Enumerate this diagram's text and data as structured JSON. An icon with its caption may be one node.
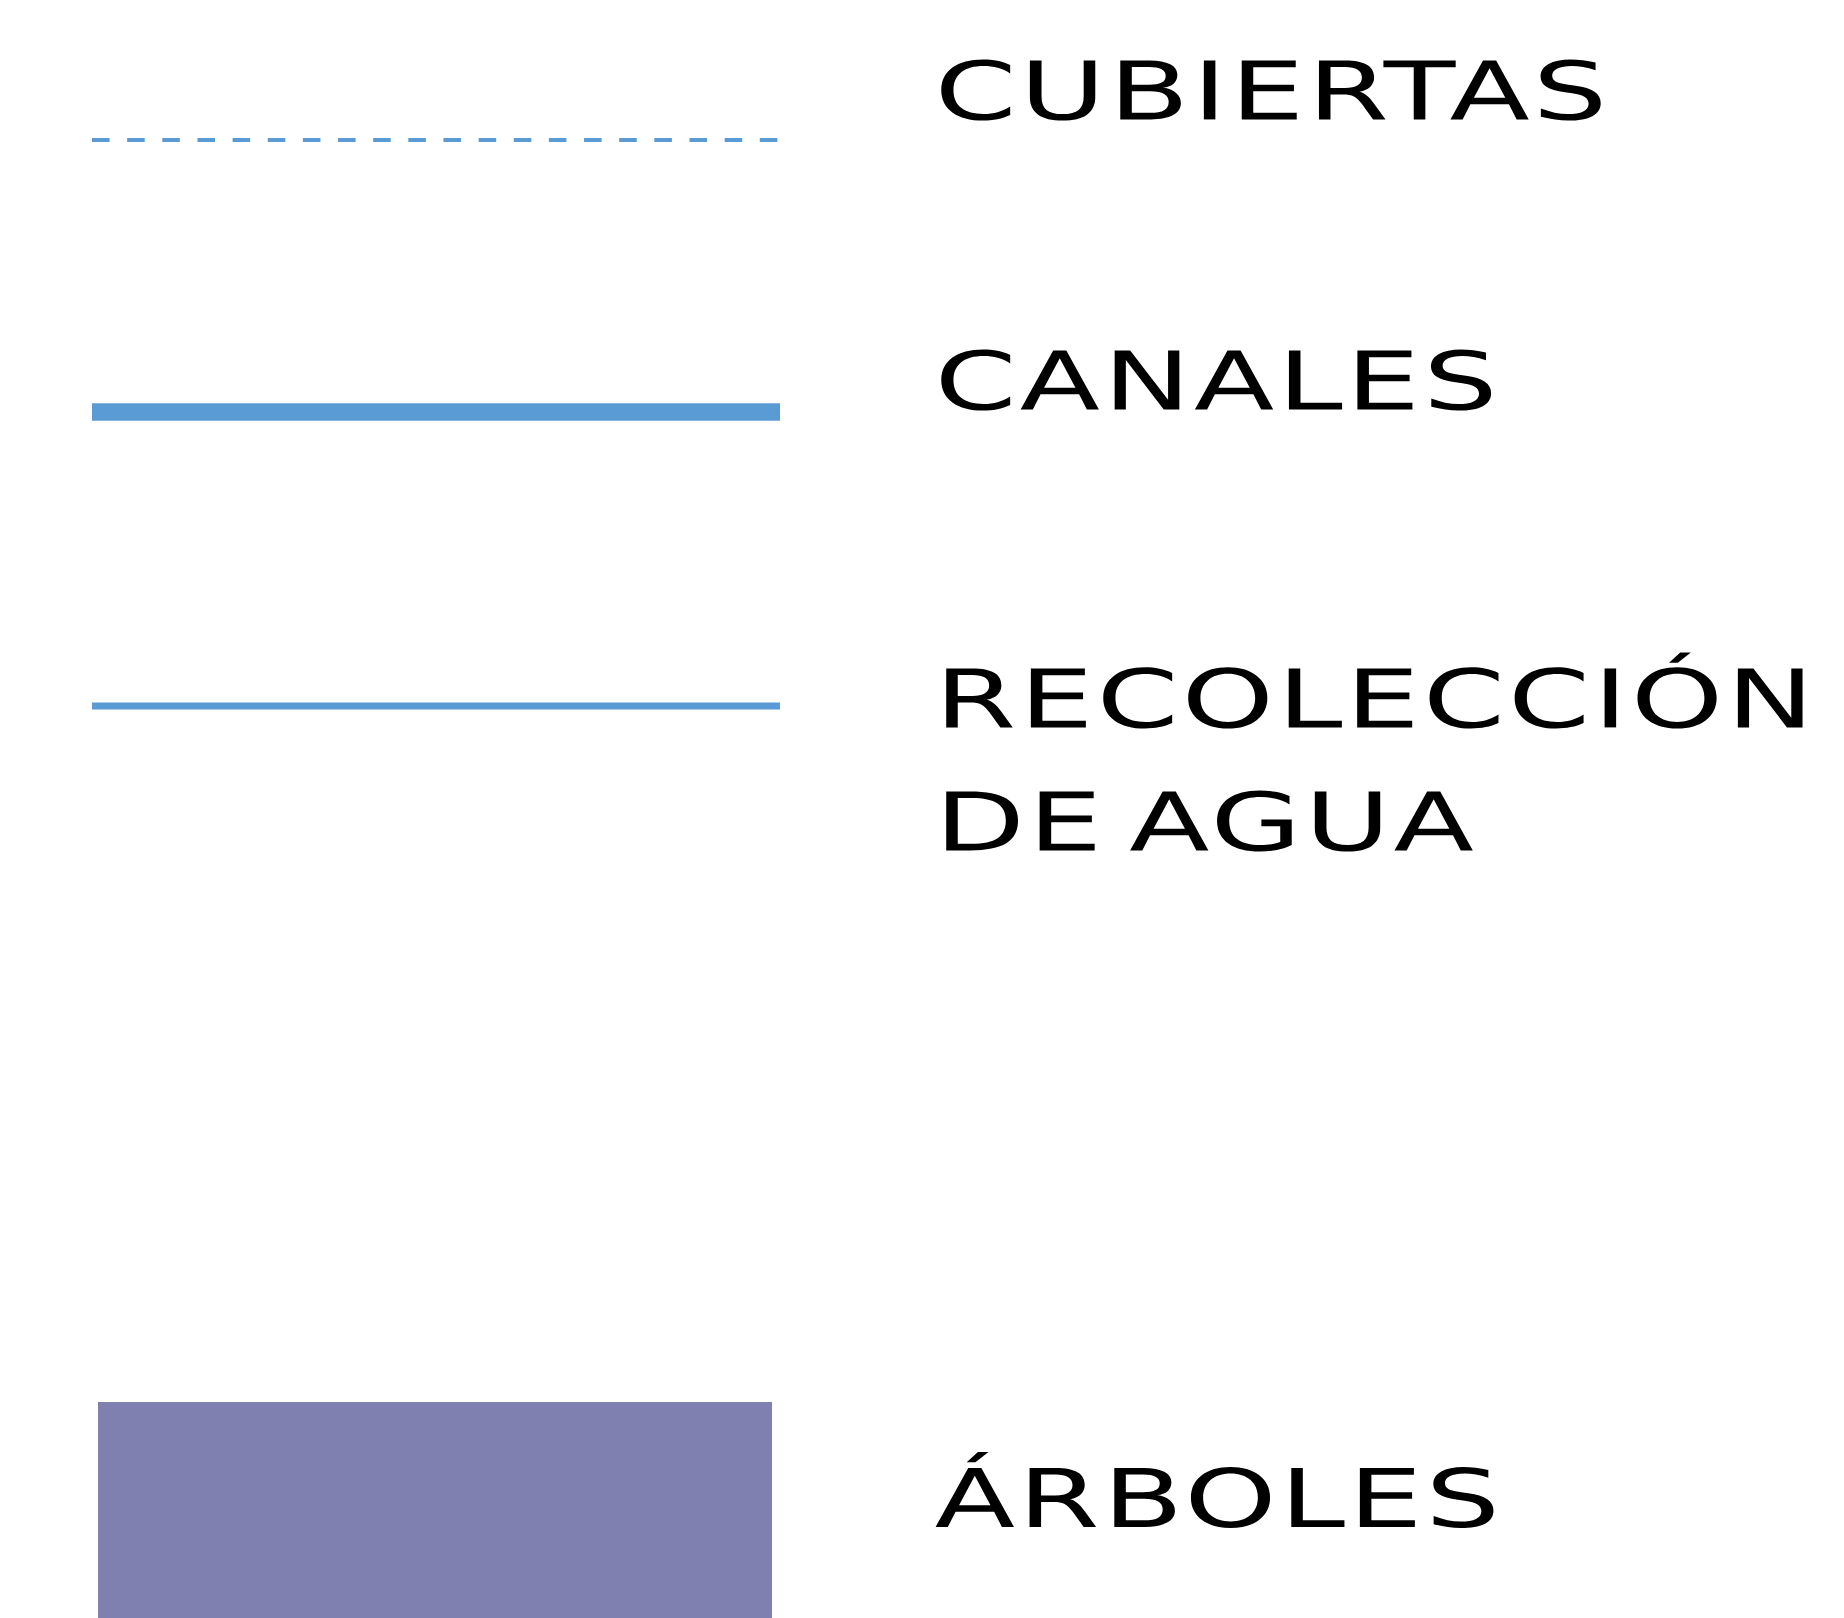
{
  "diagram": {
    "legend": [
      {
        "text": "CUBIERTAS"
      },
      {
        "text": "CANALES"
      },
      {
        "text": "RECOLECCIÓN DE AGUA"
      },
      {
        "text": "ÁRBOLES",
        "color": "#8080b0"
      }
    ]
  }
}
